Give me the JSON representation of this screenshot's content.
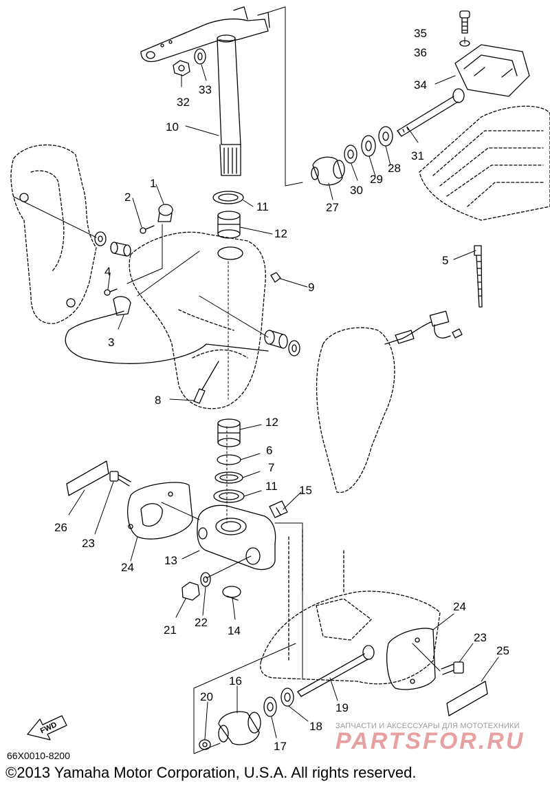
{
  "diagram": {
    "part_code": "66X0010-8200",
    "copyright": "©2013 Yamaha Motor Corporation, U.S.A. All rights reserved.",
    "fwd_label": "FWD",
    "watermark": {
      "tagline": "ЗАПЧАСТИ И АКСЕССУАРЫ ДЛЯ МОТОТЕХНИКИ",
      "brand": "PARTSFOR.RU"
    },
    "callouts": [
      {
        "id": "c35",
        "text": "35"
      },
      {
        "id": "c36",
        "text": "36"
      },
      {
        "id": "c34",
        "text": "34"
      },
      {
        "id": "c32",
        "text": "32"
      },
      {
        "id": "c33",
        "text": "33"
      },
      {
        "id": "c10",
        "text": "10"
      },
      {
        "id": "c31",
        "text": "31"
      },
      {
        "id": "c28",
        "text": "28"
      },
      {
        "id": "c29",
        "text": "29"
      },
      {
        "id": "c30",
        "text": "30"
      },
      {
        "id": "c27",
        "text": "27"
      },
      {
        "id": "c1",
        "text": "1"
      },
      {
        "id": "c2",
        "text": "2"
      },
      {
        "id": "c11a",
        "text": "11"
      },
      {
        "id": "c12a",
        "text": "12"
      },
      {
        "id": "c5",
        "text": "5"
      },
      {
        "id": "c4",
        "text": "4"
      },
      {
        "id": "c9",
        "text": "9"
      },
      {
        "id": "c3",
        "text": "3"
      },
      {
        "id": "c8",
        "text": "8"
      },
      {
        "id": "c12b",
        "text": "12"
      },
      {
        "id": "c6",
        "text": "6"
      },
      {
        "id": "c7",
        "text": "7"
      },
      {
        "id": "c11b",
        "text": "11"
      },
      {
        "id": "c15",
        "text": "15"
      },
      {
        "id": "c26",
        "text": "26"
      },
      {
        "id": "c23a",
        "text": "23"
      },
      {
        "id": "c24a",
        "text": "24"
      },
      {
        "id": "c13",
        "text": "13"
      },
      {
        "id": "c21",
        "text": "21"
      },
      {
        "id": "c22",
        "text": "22"
      },
      {
        "id": "c14",
        "text": "14"
      },
      {
        "id": "c24b",
        "text": "24"
      },
      {
        "id": "c23b",
        "text": "23"
      },
      {
        "id": "c25",
        "text": "25"
      },
      {
        "id": "c16",
        "text": "16"
      },
      {
        "id": "c20",
        "text": "20"
      },
      {
        "id": "c19",
        "text": "19"
      },
      {
        "id": "c18",
        "text": "18"
      },
      {
        "id": "c17",
        "text": "17"
      }
    ]
  }
}
